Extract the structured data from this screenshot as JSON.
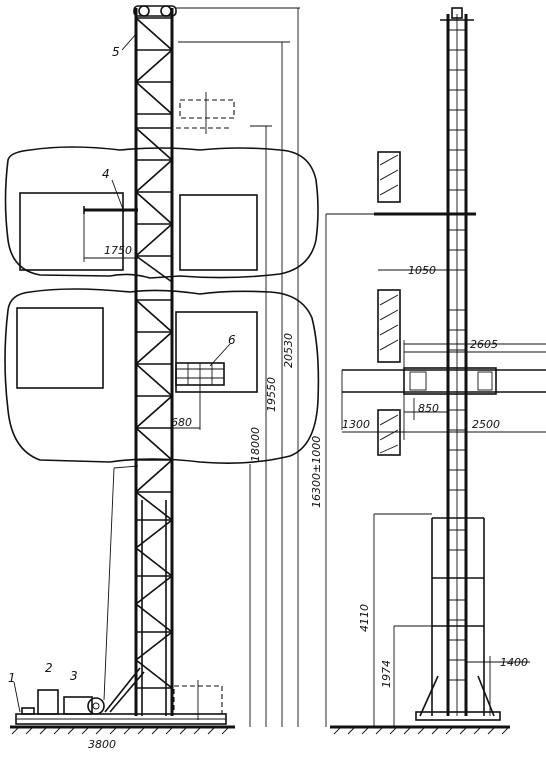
{
  "callouts": {
    "c1": "1",
    "c2": "2",
    "c3": "3",
    "c4": "4",
    "c5": "5",
    "c6": "6"
  },
  "dimensions": {
    "d3800": "3800",
    "d1750": "1750",
    "d680": "680",
    "d18000": "18000",
    "d19550": "19550",
    "d20530": "20530",
    "d16300": "16300±1000",
    "d1050": "1050",
    "d2605": "2605",
    "d1300": "1300",
    "d850": "850",
    "d2500": "2500",
    "d4110": "4110",
    "d1974": "1974",
    "d1400": "1400"
  }
}
